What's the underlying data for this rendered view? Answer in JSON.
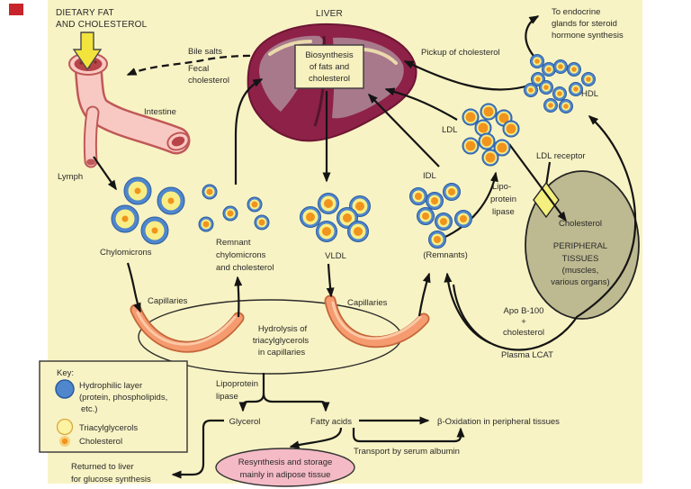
{
  "header": {
    "dietary": [
      "DIETARY FAT",
      "AND CHOLESTEROL"
    ],
    "liver": "LIVER"
  },
  "liver_box": [
    "Biosynthesis",
    "of fats and",
    "cholesterol"
  ],
  "labels": {
    "bile_salts": "Bile salts",
    "fecal": [
      "Fecal",
      "cholesterol"
    ],
    "intestine": "Intestine",
    "lymph": "Lymph",
    "chylomicrons": "Chylomicrons",
    "remnant": [
      "Remnant",
      "chylomicrons",
      "and cholesterol"
    ],
    "vldl": "VLDL",
    "idl": "IDL",
    "remnants": "(Remnants)",
    "ldl": "LDL",
    "lipoprotein_lipase_right": [
      "Lipo-",
      "protein",
      "lipase"
    ],
    "ldl_receptor": "LDL receptor",
    "hdl": "HDL",
    "endocrine": [
      "To endocrine",
      "glands for steroid",
      "hormone synthesis"
    ],
    "pickup": "Pickup of cholesterol",
    "capillaries_left": "Capillaries",
    "capillaries_right": "Capillaries",
    "hydrolysis": [
      "Hydrolysis of",
      "triacylglycerols",
      "in capillaries"
    ],
    "lipoprotein_lipase_left": [
      "Lipoprotein",
      "lipase"
    ],
    "glycerol": "Glycerol",
    "fatty_acids": "Fatty acids",
    "beta_oxidation": "β-Oxidation in peripheral tissues",
    "transport": "Transport by serum albumin",
    "resynthesis": [
      "Resynthesis and storage",
      "mainly in adipose tissue"
    ],
    "returned": [
      "Returned to liver",
      "for glucose synthesis"
    ],
    "apo": [
      "Apo B-100",
      "+",
      "cholesterol"
    ],
    "plasma_lcat": "Plasma LCAT",
    "tissue_cholesterol": "Cholesterol",
    "peripheral": [
      "PERIPHERAL",
      "TISSUES",
      "(muscles,",
      "various organs)"
    ]
  },
  "key": {
    "title": "Key:",
    "hydrophilic": [
      "Hydrophilic layer",
      "(protein, phospholipids,",
      "etc.)"
    ],
    "triacylglycerols": "Triacylglycerols",
    "cholesterol": "Cholesterol"
  },
  "colors": {
    "canvas": "#f8f3c4",
    "particle_blue": "#4f86cc",
    "particle_yellow": "#f9ee86",
    "particle_orange": "#f0941d",
    "liver_dark": "#8e2147",
    "liver_light": "#a8798b",
    "capillary": "#f59b6f",
    "tissue_olive": "#bdb990",
    "adipose_pink": "#f4bac6",
    "receptor_yellow": "#f4ef7e",
    "block_arrow_yellow": "#f2e43c",
    "intestine_pink": "#f8c9c2",
    "intestine_red": "#b8444a"
  }
}
